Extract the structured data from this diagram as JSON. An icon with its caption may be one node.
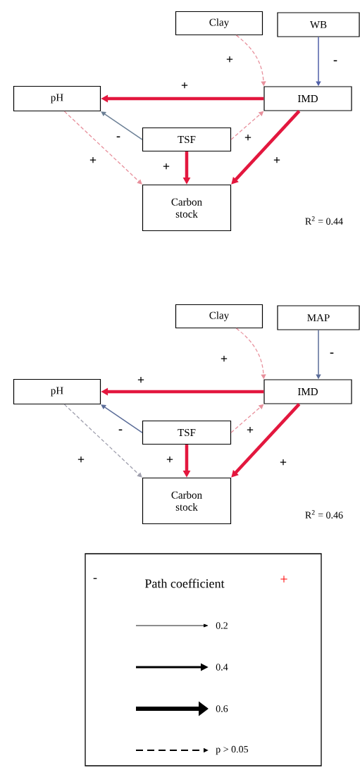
{
  "diagram": {
    "nodes": [
      {
        "text": [
          "Clay"
        ]
      },
      {
        "text": [
          "WB"
        ]
      },
      {
        "text": [
          "pH"
        ]
      },
      {
        "text": [
          "IMD"
        ]
      },
      {
        "text": [
          "TSF"
        ]
      },
      {
        "text": [
          "Carbon stock"
        ]
      },
      {
        "text": [
          "Clay"
        ]
      },
      {
        "text": [
          "MAP"
        ]
      },
      {
        "text": [
          "pH"
        ]
      },
      {
        "text": [
          "IMD"
        ]
      },
      {
        "text": [
          "TSF"
        ]
      },
      {
        "text": [
          "Carbon stock"
        ]
      }
    ],
    "edges": [
      {
        "from": 0,
        "to": 3,
        "arrow": "to",
        "label": "+",
        "style": "dashed",
        "color": "#e8909c"
      },
      {
        "from": 1,
        "to": 3,
        "arrow": "to",
        "label": "-",
        "color": "#5060a8"
      },
      {
        "from": 3,
        "to": 2,
        "arrow": "to",
        "label": "+",
        "style": "thick"
      },
      {
        "from": 4,
        "to": 2,
        "arrow": "to",
        "label": "-",
        "color": "#6c8096"
      },
      {
        "from": 4,
        "to": 3,
        "arrow": "to",
        "label": "+",
        "style": "dashed",
        "color": "#e8909c"
      },
      {
        "from": 2,
        "to": 5,
        "arrow": "to",
        "label": "+",
        "style": "dashed",
        "color": "#e8909c"
      },
      {
        "from": 4,
        "to": 5,
        "arrow": "to",
        "label": "+",
        "style": "thick"
      },
      {
        "from": 3,
        "to": 5,
        "arrow": "to",
        "label": "+",
        "style": "thick"
      },
      {
        "from": 6,
        "to": 9,
        "arrow": "to",
        "label": "+",
        "style": "dashed",
        "color": "#e8909c"
      },
      {
        "from": 7,
        "to": 9,
        "arrow": "to",
        "label": "-",
        "color": "#5a6c98"
      },
      {
        "from": 9,
        "to": 8,
        "arrow": "to",
        "label": "+",
        "style": "thick"
      },
      {
        "from": 10,
        "to": 8,
        "arrow": "to",
        "label": "-",
        "color": "#5a6c98"
      },
      {
        "from": 10,
        "to": 9,
        "arrow": "to",
        "label": "+",
        "style": "dashed",
        "color": "#e8909c"
      },
      {
        "from": 8,
        "to": 11,
        "arrow": "to",
        "label": "+",
        "style": "dashed",
        "color": "#a0a0ae"
      },
      {
        "from": 10,
        "to": 11,
        "arrow": "to",
        "label": "+",
        "style": "thick"
      },
      {
        "from": 9,
        "to": 11,
        "arrow": "to",
        "label": "+",
        "style": "thick"
      }
    ],
    "labels": [
      "R$^{2}$ = 0.44",
      "R$^{2}$ = 0.46",
      "-",
      "Path coefficient",
      "+"
    ],
    "legend": [
      {
        "text": "0.2"
      },
      {
        "text": "0.4"
      },
      {
        "text": "0.6"
      },
      {
        "text": "p > 0.05"
      }
    ]
  }
}
